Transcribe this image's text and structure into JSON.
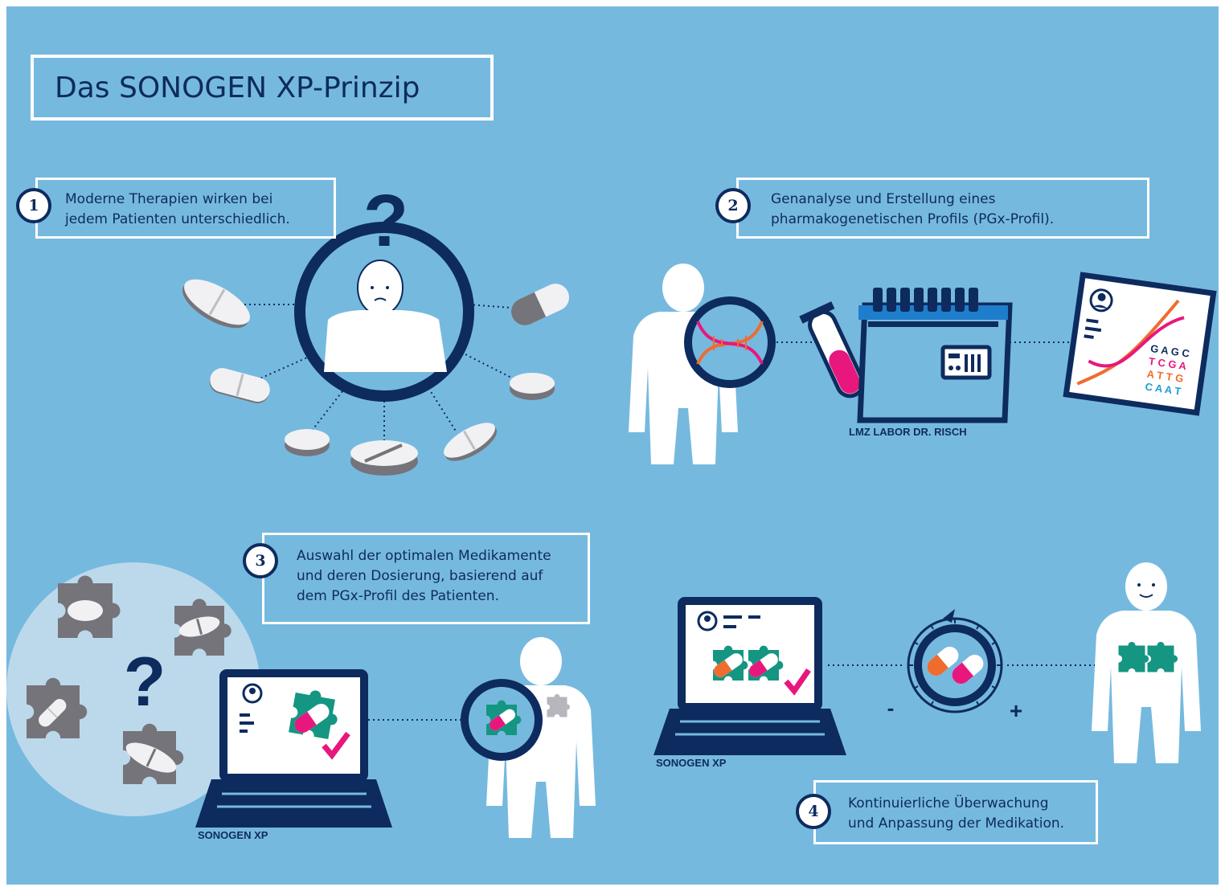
{
  "title": "Das SONOGEN XP-Prinzip",
  "steps": [
    {
      "number": "1",
      "lines": [
        "Moderne Therapien wirken bei",
        "jedem Patienten unterschiedlich."
      ]
    },
    {
      "number": "2",
      "lines": [
        "Genanalyse und Erstellung eines",
        "pharmakogenetischen Profils (PGx-Profil)."
      ]
    },
    {
      "number": "3",
      "lines": [
        "Auswahl der optimalen Medikamente",
        "und deren Dosierung, basierend auf",
        "dem PGx-Profil des Patienten."
      ]
    },
    {
      "number": "4",
      "lines": [
        "Kontinuierliche Überwachung",
        "und Anpassung der Medikation."
      ]
    }
  ],
  "labels": {
    "lab": "LMZ LABOR DR. RISCH",
    "software_left": "SONOGEN XP",
    "software_right": "SONOGEN XP",
    "question_mark": "?",
    "minus": "-",
    "plus": "+"
  },
  "dna_sequence": [
    {
      "text": "G A G C",
      "color": "#0d2b5e"
    },
    {
      "text": "T C G A",
      "color": "#e8177d"
    },
    {
      "text": "A T T G",
      "color": "#ef6c2f"
    },
    {
      "text": "C A A T",
      "color": "#1f9bd7"
    }
  ],
  "colors": {
    "background": "#76b9df",
    "navy": "#0d2b5e",
    "white": "#ffffff",
    "teal": "#149682",
    "magenta": "#e8177d",
    "orange": "#ef6c2f",
    "gray": "#75747a",
    "light_circle": "#bcd9ec"
  },
  "icons": [
    "question-mark-icon",
    "patient-icon",
    "pill-icon",
    "dna-icon",
    "test-tube-icon",
    "lab-machine-icon",
    "profile-document-icon",
    "laptop-icon",
    "puzzle-icon",
    "magnifier-icon",
    "checkmark-icon",
    "dose-dial-icon",
    "doctor-icon"
  ]
}
